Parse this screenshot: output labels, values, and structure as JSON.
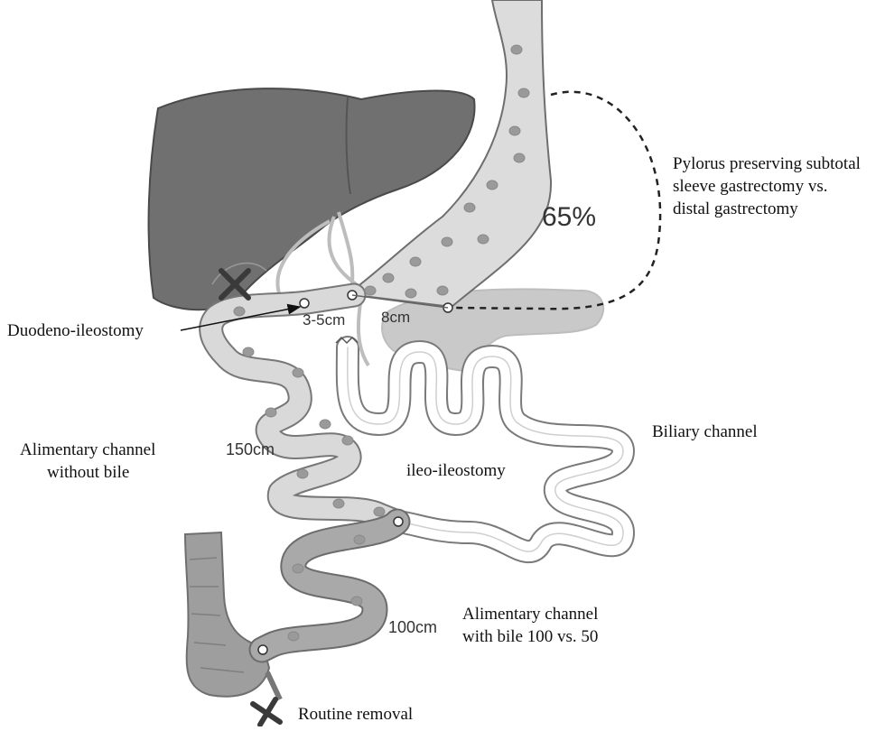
{
  "labels": {
    "pylorus_line1": "Pylorus preserving subtotal",
    "pylorus_line2": "sleeve gastrectomy vs.",
    "pylorus_line3": "distal gastrectomy",
    "percent": "65%",
    "duodeno": "Duodeno-ileostomy",
    "len_3_5": "3-5cm",
    "len_8": "8cm",
    "biliary": "Biliary channel",
    "alim_without_1": "Alimentary channel",
    "alim_without_2": "without bile",
    "len_150": "150cm",
    "ileo": "ileo-ileostomy",
    "alim_with_1": "Alimentary channel",
    "alim_with_2": "with bile 100 vs. 50",
    "len_100": "100cm",
    "routine": "Routine removal"
  },
  "colors": {
    "liver": "#707070",
    "stomach": "#dcdcdc",
    "intestine_light": "#d9d9d9",
    "intestine_dark": "#a9a9a9",
    "outline": "#777777",
    "dot": "#9a9a9a"
  }
}
